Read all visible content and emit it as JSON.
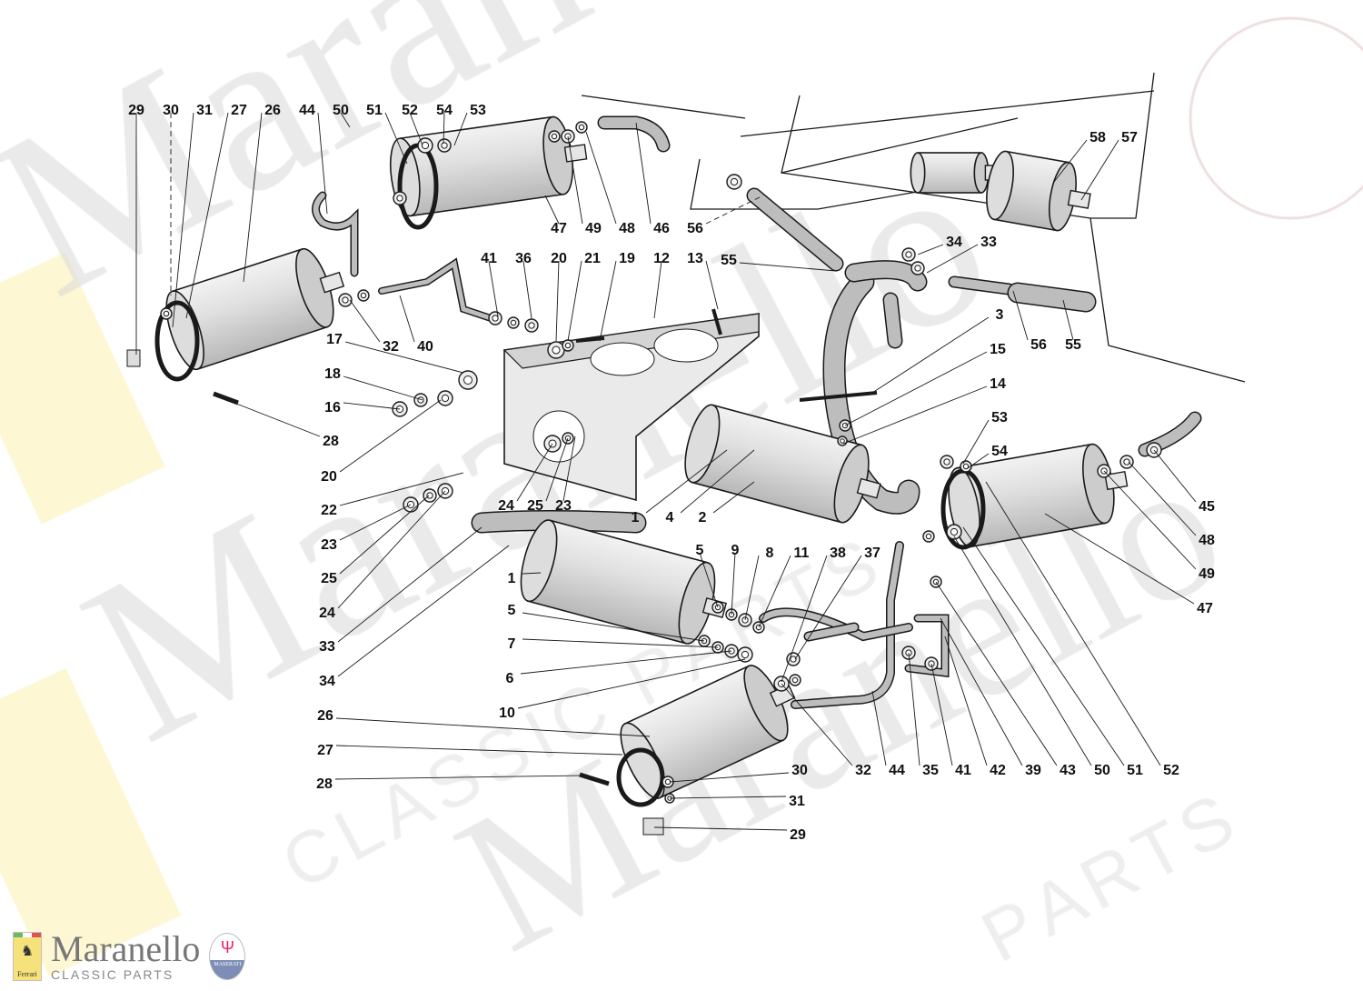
{
  "watermark": {
    "main": "Maranello",
    "sub": "CLASSIC PARTS",
    "sub2": "PARTS"
  },
  "brand": {
    "name": "Maranello",
    "tagline": "CLASSIC PARTS",
    "ferrari_badge": "Ferrari",
    "maserati_badge": "MASERATI"
  },
  "callouts": [
    "29",
    "30",
    "31",
    "27",
    "26",
    "44",
    "50",
    "51",
    "52",
    "54",
    "53",
    "47",
    "49",
    "48",
    "46",
    "56",
    "58",
    "57",
    "34",
    "33",
    "41",
    "36",
    "20",
    "21",
    "19",
    "12",
    "13",
    "55",
    "32",
    "40",
    "56",
    "55",
    "17",
    "18",
    "16",
    "28",
    "20",
    "22",
    "23",
    "25",
    "24",
    "33",
    "34",
    "26",
    "27",
    "28",
    "3",
    "15",
    "14",
    "53",
    "54",
    "24",
    "25",
    "23",
    "1",
    "4",
    "2",
    "45",
    "48",
    "49",
    "47",
    "5",
    "9",
    "8",
    "11",
    "38",
    "37",
    "1",
    "5",
    "7",
    "6",
    "10",
    "32",
    "44",
    "35",
    "41",
    "42",
    "39",
    "43",
    "50",
    "51",
    "52",
    "30",
    "31",
    "29"
  ],
  "colors": {
    "line": "#1a1a1a",
    "part_fill": "#d9d9d9",
    "watermark": "#d8d8d8"
  }
}
